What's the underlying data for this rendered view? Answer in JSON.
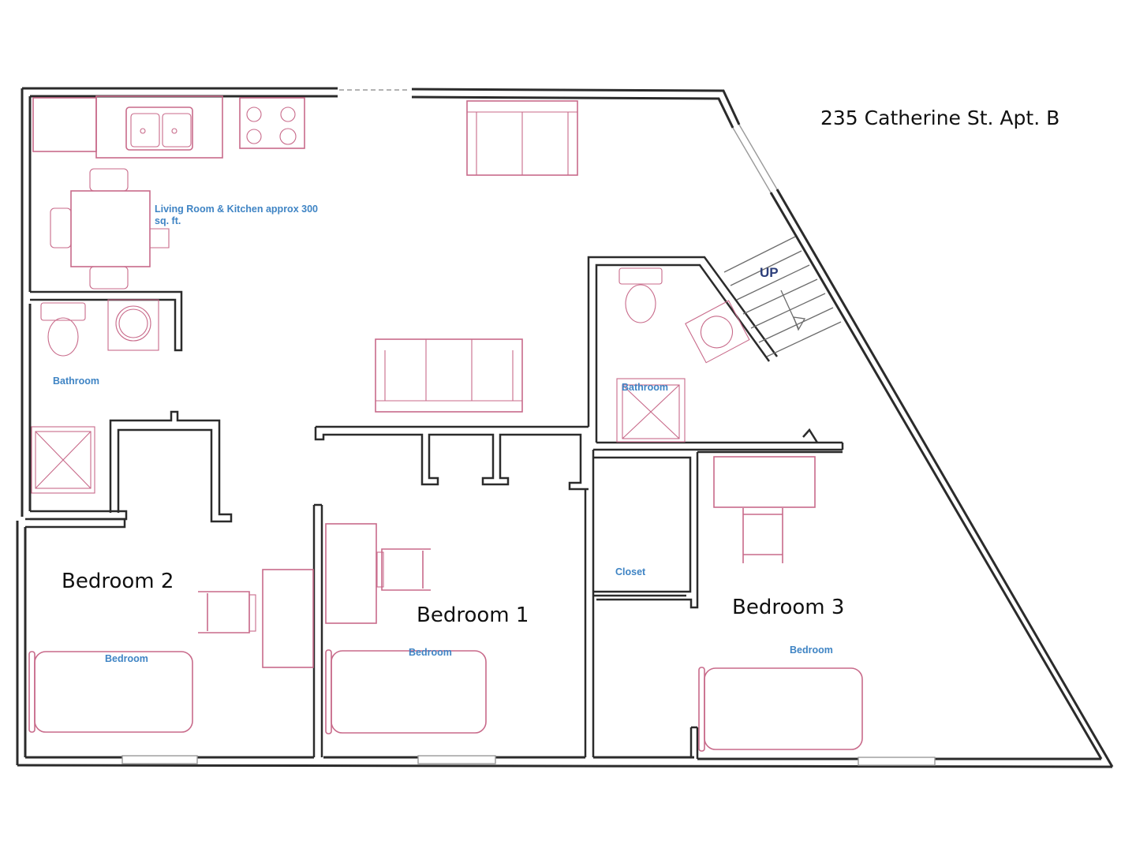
{
  "title": "235 Catherine St. Apt. B",
  "rooms": {
    "bedroom_1": "Bedroom 1",
    "bedroom_2": "Bedroom 2",
    "bedroom_3": "Bedroom 3"
  },
  "annotations": {
    "living_kitchen_line1": "Living Room & Kitchen approx 300",
    "living_kitchen_line2": "sq. ft.",
    "bathroom_left": "Bathroom",
    "bathroom_right": "Bathroom",
    "closet": "Closet",
    "bed_label_2": "Bedroom",
    "bed_label_1": "Bedroom",
    "bed_label_3": "Bedroom",
    "stairs": "UP"
  },
  "colors": {
    "walls": "#2b2b2b",
    "furniture": "#c86a8a",
    "annotation_text": "#3f84c4",
    "room_text": "#111111"
  }
}
